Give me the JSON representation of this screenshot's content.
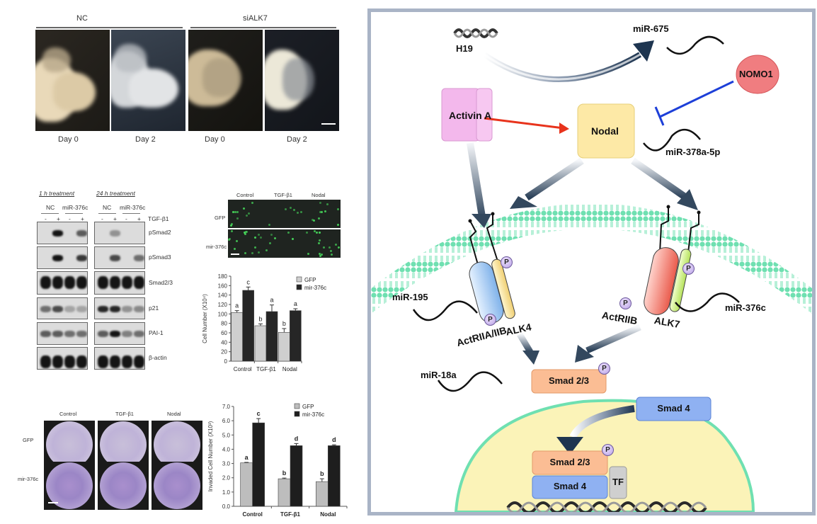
{
  "panel_a": {
    "groups": [
      {
        "label": "NC",
        "days": [
          "Day  0",
          "Day 2"
        ]
      },
      {
        "label": "siALK7",
        "days": [
          "Day 0",
          "Day 2"
        ]
      }
    ]
  },
  "western_blot": {
    "treatments": [
      "1 h treatment",
      "24 h treatment"
    ],
    "group_labels": [
      "NC",
      "miR-376c"
    ],
    "lane_signs": [
      "-",
      "+",
      "-",
      "+"
    ],
    "stimulus_label": "TGF-β1",
    "proteins": [
      "pSmad2",
      "pSmad3",
      "Smad2/3",
      "p21",
      "PAI-1",
      "β-actin"
    ]
  },
  "fluorescence": {
    "columns": [
      "Control",
      "TGF-β1",
      "Nodal"
    ],
    "rows": [
      "GFP",
      "mir-376c"
    ]
  },
  "transwell": {
    "columns": [
      "Control",
      "TGF-β1",
      "Nodal"
    ],
    "rows": [
      "GFP",
      "mir-376c"
    ]
  },
  "chart_data": [
    {
      "type": "bar",
      "title": "",
      "categories": [
        "Control",
        "TGF-β1",
        "Nodal"
      ],
      "xlabel": "",
      "ylabel": "Cell Number (X10⁴)",
      "ylim": [
        0,
        180
      ],
      "yticks": [
        0,
        20,
        40,
        60,
        80,
        100,
        120,
        140,
        160,
        180
      ],
      "legend": "top-right",
      "series": [
        {
          "name": "GFP",
          "color": "#cfcfcf",
          "values": [
            103,
            75,
            61
          ],
          "errors": [
            4,
            4,
            8
          ],
          "letters": [
            "a",
            "b",
            "b"
          ]
        },
        {
          "name": "mir-376c",
          "color": "#262626",
          "values": [
            150,
            105,
            107
          ],
          "errors": [
            7,
            14,
            4
          ],
          "letters": [
            "c",
            "a",
            "a"
          ]
        }
      ]
    },
    {
      "type": "bar",
      "title": "",
      "categories": [
        "Control",
        "TGF-β1",
        "Nodal"
      ],
      "xlabel": "",
      "ylabel": "Invaded Cell Number (X10³)",
      "ylim": [
        0,
        7
      ],
      "yticks": [
        "0.0",
        "1.0",
        "2.0",
        "3.0",
        "4.0",
        "5.0",
        "6.0",
        "7.0"
      ],
      "legend": "top-right",
      "series": [
        {
          "name": "GFP",
          "color": "#bdbdbd",
          "values": [
            3.05,
            1.93,
            1.73
          ],
          "errors": [
            0.03,
            0.05,
            0.2
          ],
          "letters": [
            "a",
            "b",
            "b"
          ]
        },
        {
          "name": "mir-376c",
          "color": "#1e1e1e",
          "values": [
            5.85,
            4.25,
            4.25
          ],
          "errors": [
            0.3,
            0.15,
            0.06
          ],
          "letters": [
            "c",
            "d",
            "d"
          ]
        }
      ]
    }
  ],
  "pathway": {
    "h19": "H19",
    "mir675": "miR-675",
    "nomo1": "NOMO1",
    "activin": "Activin A",
    "nodal": "Nodal",
    "mir378": "miR-378a-5p",
    "mir195": "miR-195",
    "mir376c": "miR-376c",
    "actr2ab": "ActRIIA/IIB",
    "alk4": "ALK4",
    "actr2b": "ActRIIB",
    "alk7": "ALK7",
    "mir18a": "miR-18a",
    "smad23": "Smad 2/3",
    "smad4": "Smad 4",
    "smad23_nuc": "Smad 2/3",
    "smad4_nuc": "Smad 4",
    "tf": "TF",
    "phospho": "P",
    "colors": {
      "activin": "#f3b8ec",
      "nodal": "#fde9a6",
      "nomo1": "#f07d80",
      "smad23": "#fbbd94",
      "smad4": "#8fb1f2",
      "membrane": "#6fe0b1",
      "nucleus": "#fbf3b8",
      "activate_arrow": "#e8331c",
      "inhibit_line": "#1d3fd8",
      "frame": "#a9b4c6"
    }
  }
}
